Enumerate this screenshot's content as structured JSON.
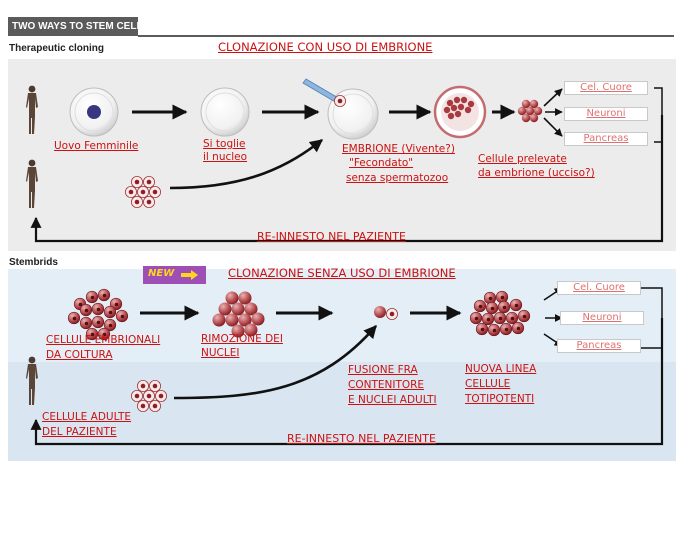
{
  "title_bar": "TWO WAYS TO STEM CELLS",
  "section1": {
    "name": "Therapeutic cloning",
    "heading": "CLONAZIONE CON USO DI EMBRIONE",
    "labels": {
      "uovo": "Uovo Femminile",
      "nucleo_1": "Si toglie",
      "nucleo_2": "il nucleo",
      "embrione_1": "EMBRIONE (Vivente?)",
      "embrione_2": "\"Fecondato\"",
      "embrione_3": "senza spermatozoo",
      "cellule_1": "Cellule prelevate",
      "cellule_2": "da embrione (ucciso?)"
    },
    "outputs": [
      "Cel. Cuore",
      "Neuroni",
      "Pancreas"
    ],
    "reinnesto": "RE-INNESTO NEL PAZIENTE"
  },
  "section2": {
    "name": "Stembrids",
    "badge": "NEW",
    "heading": "CLONAZIONE SENZA USO DI EMBRIONE",
    "labels": {
      "embrionali_1": "CELLULE EMBRIONALI",
      "embrionali_2": "DA COLTURA",
      "rimozione_1": "RIMOZIONE DEI",
      "rimozione_2": "NUCLEI",
      "fusione_1": "FUSIONE FRA",
      "fusione_2": "CONTENITORE",
      "fusione_3": "E NUCLEI ADULTI",
      "linea_1": "NUOVA LINEA",
      "linea_2": "CELLULE",
      "linea_3": "TOTIPOTENTI",
      "adulte_1": "CELLULE ADULTE",
      "adulte_2": "DEL PAZIENTE"
    },
    "outputs": [
      "Cel. Cuore",
      "Neuroni",
      "Pancreas"
    ],
    "reinnesto": "RE-INNESTO NEL PAZIENTE"
  },
  "colors": {
    "label_red": "#cc1111",
    "output_pink": "#e07070",
    "panel_top": "#ececec",
    "panel_bottom": "#d9e6f1",
    "cell_dark": "#8c1f24",
    "arrow": "#111111",
    "badge_purple": "#9e4fb5",
    "badge_text": "#ffd51e"
  },
  "icons": [
    "human-figure-icon",
    "egg-cell-icon",
    "pipette-icon",
    "cell-cluster-icon",
    "embryo-icon"
  ]
}
